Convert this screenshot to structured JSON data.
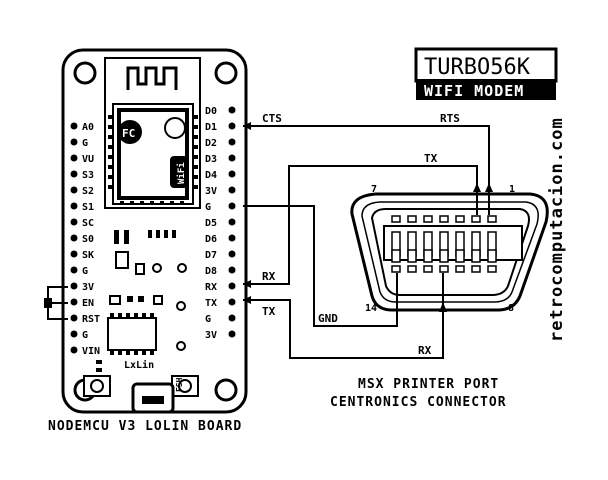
{
  "board": {
    "caption": "NODEMCU V3 LOLIN BOARD",
    "module_marks": "FC",
    "wifi_mark": "WiFi",
    "chip_label": "LxLin",
    "flash_label": "FSH",
    "left_pins": [
      "A0",
      "G",
      "VU",
      "S3",
      "S2",
      "S1",
      "SC",
      "S0",
      "SK",
      "G",
      "3V",
      "EN",
      "RST",
      "G",
      "VIN"
    ],
    "right_pins": [
      "D0",
      "D1",
      "D2",
      "D3",
      "D4",
      "3V",
      "G",
      "D5",
      "D6",
      "D7",
      "D8",
      "RX",
      "TX",
      "G",
      "3V"
    ]
  },
  "badge": {
    "line1": "TURBO56K",
    "line2": "WIFI MODEM"
  },
  "connector": {
    "caption_line1": "MSX PRINTER PORT",
    "caption_line2": "CENTRONICS CONNECTOR",
    "pin_7": "7",
    "pin_1": "1",
    "pin_14": "14",
    "pin_8": "8"
  },
  "signals": {
    "cts": "CTS",
    "rts": "RTS",
    "tx_top": "TX",
    "rx_left": "RX",
    "gnd": "GND",
    "tx_left": "TX",
    "rx_bottom": "RX"
  },
  "website": "retrocomputacion.com"
}
